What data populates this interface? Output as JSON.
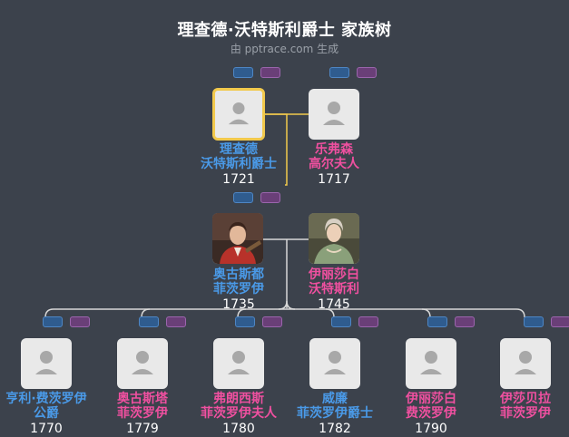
{
  "header": {
    "title": "理查德·沃特斯利爵士 家族树",
    "subtitle": "由 pptrace.com 生成"
  },
  "colors": {
    "background": "#3c424c",
    "male": "#4a9ae8",
    "female": "#f050a0",
    "highlight_line": "#f2c94c",
    "line": "#d8d8d8"
  },
  "people": {
    "richard": {
      "line1": "理查德",
      "line2": "沃特斯利爵士",
      "year": "1721",
      "gender": "male",
      "photo": "placeholder-avatar",
      "root": true
    },
    "frances": {
      "line1": "乐弗森",
      "line2": "高尔夫人",
      "year": "1717",
      "gender": "female",
      "photo": "placeholder-avatar"
    },
    "augustus": {
      "line1": "奥古斯都",
      "line2": "菲茨罗伊",
      "year": "1735",
      "gender": "male",
      "photo": "portrait-man-red-coat"
    },
    "elizabeth": {
      "line1": "伊丽莎白",
      "line2": "沃特斯利",
      "year": "1745",
      "gender": "female",
      "photo": "portrait-woman-green-dress"
    },
    "children": [
      {
        "line1": "亨利·费茨罗伊",
        "line2": "公爵",
        "year": "1770",
        "gender": "male",
        "photo": "placeholder-avatar"
      },
      {
        "line1": "奥古斯塔",
        "line2": "菲茨罗伊",
        "year": "1779",
        "gender": "female",
        "photo": "placeholder-avatar"
      },
      {
        "line1": "弗朗西斯",
        "line2": "菲茨罗伊夫人",
        "year": "1780",
        "gender": "female",
        "photo": "placeholder-avatar"
      },
      {
        "line1": "威廉",
        "line2": "菲茨罗伊爵士",
        "year": "1782",
        "gender": "male",
        "photo": "placeholder-avatar"
      },
      {
        "line1": "伊丽莎白",
        "line2": "费茨罗伊",
        "year": "1790",
        "gender": "female",
        "photo": "placeholder-avatar"
      },
      {
        "line1": "伊莎贝拉",
        "line2": "菲茨罗伊",
        "year": "",
        "gender": "female",
        "photo": "placeholder-avatar"
      }
    ]
  }
}
